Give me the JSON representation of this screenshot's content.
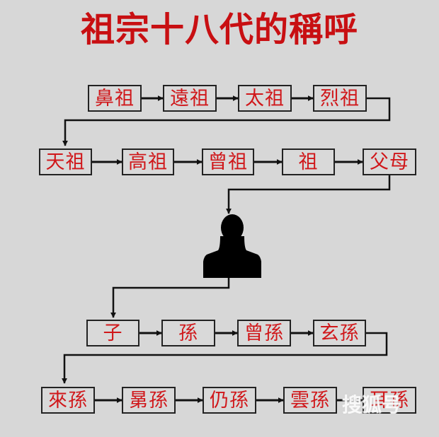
{
  "title": "祖宗十八代的稱呼",
  "ancestors": {
    "row1": [
      "鼻祖",
      "遠祖",
      "太祖",
      "烈祖"
    ],
    "row2": [
      "天祖",
      "高祖",
      "曾祖",
      "祖",
      "父母"
    ]
  },
  "self_icon": "person-silhouette-icon",
  "descendants": {
    "row3": [
      "子",
      "孫",
      "曾孫",
      "玄孫"
    ],
    "row4": [
      "來孫",
      "晜孫",
      "仍孫",
      "雲孫",
      "耳孫"
    ]
  },
  "watermark": "搜狐号",
  "colors": {
    "background": "#d7d7d7",
    "title_red": "#c80f12",
    "box_text_red": "#d0171a",
    "line_black": "#111111"
  }
}
